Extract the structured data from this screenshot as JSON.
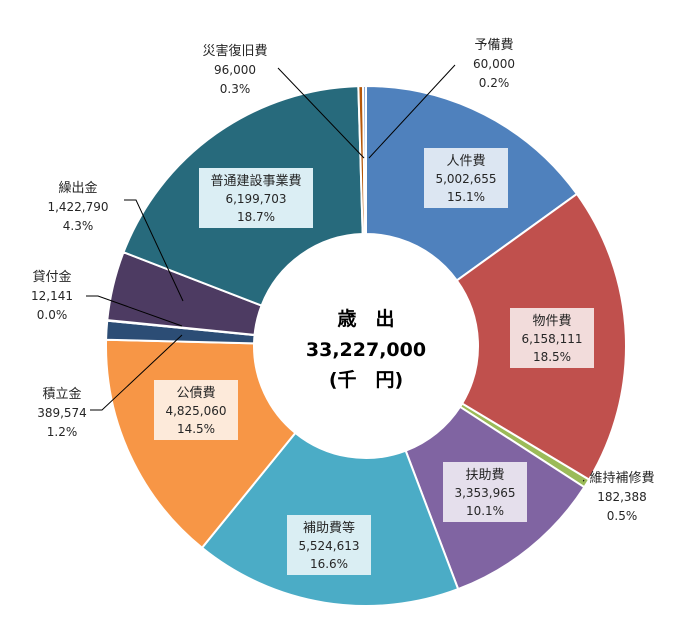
{
  "chart_data": {
    "type": "pie",
    "style": "donut",
    "center": {
      "line1": "歳　出",
      "line2": "33,227,000",
      "line3": "(千　円)"
    },
    "slices": [
      {
        "name": "人件費",
        "value": "5,002,655",
        "percent": "15.1%",
        "num": 5002655,
        "color": "#4F81BD",
        "box": "#DCE6F2"
      },
      {
        "name": "物件費",
        "value": "6,158,111",
        "percent": "18.5%",
        "num": 6158111,
        "color": "#C0504D",
        "box": "#F2DCDB"
      },
      {
        "name": "維持補修費",
        "value": "182,388",
        "percent": "0.5%",
        "num": 182388,
        "color": "#9BBB59",
        "box": null
      },
      {
        "name": "扶助費",
        "value": "3,353,965",
        "percent": "10.1%",
        "num": 3353965,
        "color": "#8064A2",
        "box": "#E5DFEC"
      },
      {
        "name": "補助費等",
        "value": "5,524,613",
        "percent": "16.6%",
        "num": 5524613,
        "color": "#4BACC6",
        "box": "#DAEEF3"
      },
      {
        "name": "公債費",
        "value": "4,825,060",
        "percent": "14.5%",
        "num": 4825060,
        "color": "#F79646",
        "box": "#FDEADA"
      },
      {
        "name": "積立金",
        "value": "389,574",
        "percent": "1.2%",
        "num": 389574,
        "color": "#2C4D75",
        "box": null
      },
      {
        "name": "貸付金",
        "value": "12,141",
        "percent": "0.0%",
        "num": 12141,
        "color": "#772C2A",
        "box": null
      },
      {
        "name": "繰出金",
        "value": "1,422,790",
        "percent": "4.3%",
        "num": 1422790,
        "color": "#4D3B62",
        "box": null
      },
      {
        "name": "普通建設事業費",
        "value": "6,199,703",
        "percent": "18.7%",
        "num": 6199703,
        "color": "#276A7C",
        "box": "#DBEEF4"
      },
      {
        "name": "災害復旧費",
        "value": "96,000",
        "percent": "0.3%",
        "num": 96000,
        "color": "#B65708",
        "box": null
      },
      {
        "name": "予備費",
        "value": "60,000",
        "percent": "0.2%",
        "num": 60000,
        "color": "#7F9FCC",
        "box": null
      }
    ]
  }
}
